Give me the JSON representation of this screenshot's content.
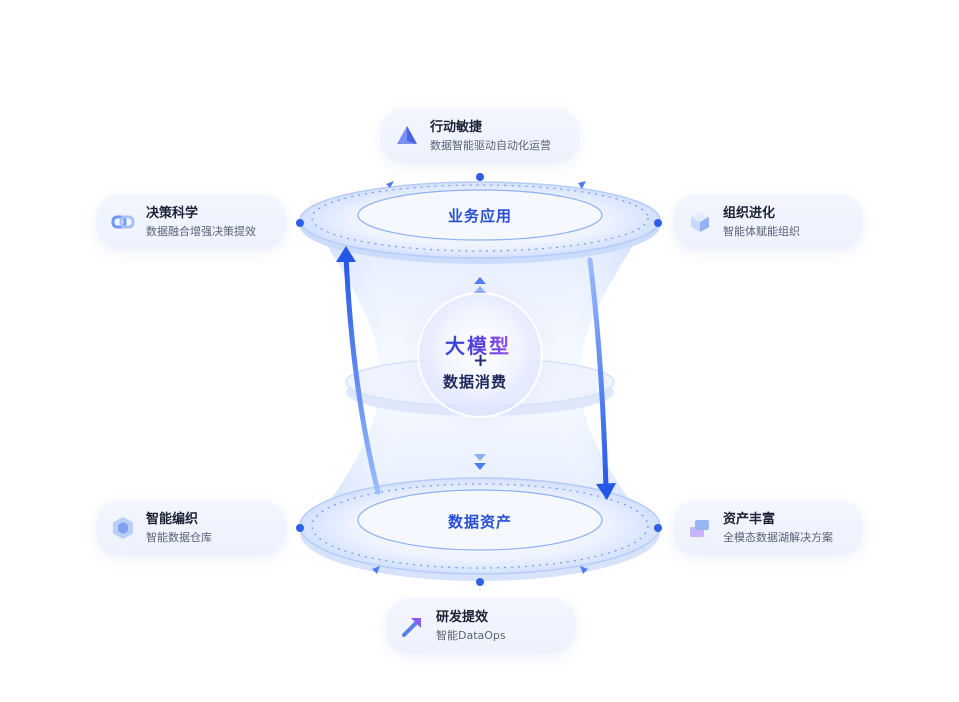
{
  "diagram": {
    "core": {
      "title": "大模型",
      "plus": "+",
      "subtitle": "数据消费"
    },
    "top_ring_label": "业务应用",
    "bottom_ring_label": "数据资产",
    "cards": {
      "top": {
        "title": "行动敏捷",
        "subtitle": "数据智能驱动自动化运营",
        "icon": "pyramid-icon"
      },
      "left_top": {
        "title": "决策科学",
        "subtitle": "数据融合增强决策提效",
        "icon": "link-chain-icon"
      },
      "right_top": {
        "title": "组织进化",
        "subtitle": "智能体赋能组织",
        "icon": "cube-icon"
      },
      "left_bottom": {
        "title": "智能编织",
        "subtitle": "智能数据仓库",
        "icon": "hexagon-icon"
      },
      "right_bottom": {
        "title": "资产丰富",
        "subtitle": "全模态数据湖解决方案",
        "icon": "layers-icon"
      },
      "bottom": {
        "title": "研发提效",
        "subtitle": "智能DataOps",
        "icon": "arrow-up-right-icon"
      }
    },
    "colors": {
      "accent_blue": "#2f5ee8",
      "ring_blue": "#4f86f0",
      "pale_blue": "#eaf1ff",
      "card_bg": "#f0f4fe",
      "core_purple": "#8a4ff0"
    }
  }
}
